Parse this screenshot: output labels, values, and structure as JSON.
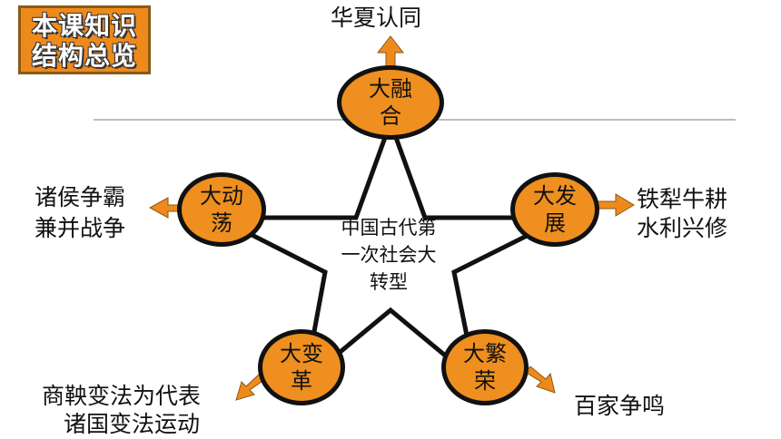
{
  "badge": {
    "line1": "本课知识",
    "line2": "结构总览"
  },
  "center": {
    "label": "中国古代第一次社会大转型"
  },
  "nodes": {
    "top": "大融合",
    "upper_left": "大动荡",
    "upper_right": "大发展",
    "lower_left": "大变革",
    "lower_right": "大繁荣"
  },
  "outcomes": {
    "top": "华夏认同",
    "upper_left_1": "诸侯争霸",
    "upper_left_2": "兼并战争",
    "upper_right_1": "铁犁牛耕",
    "upper_right_2": "水利兴修",
    "lower_left_1": "商鞅变法为代表",
    "lower_left_2": "诸国变法运动",
    "lower_right": "百家争鸣"
  },
  "colors": {
    "node_fill": "#ee8f1f",
    "arrow": "#ee8a1c",
    "outline": "#111111"
  }
}
